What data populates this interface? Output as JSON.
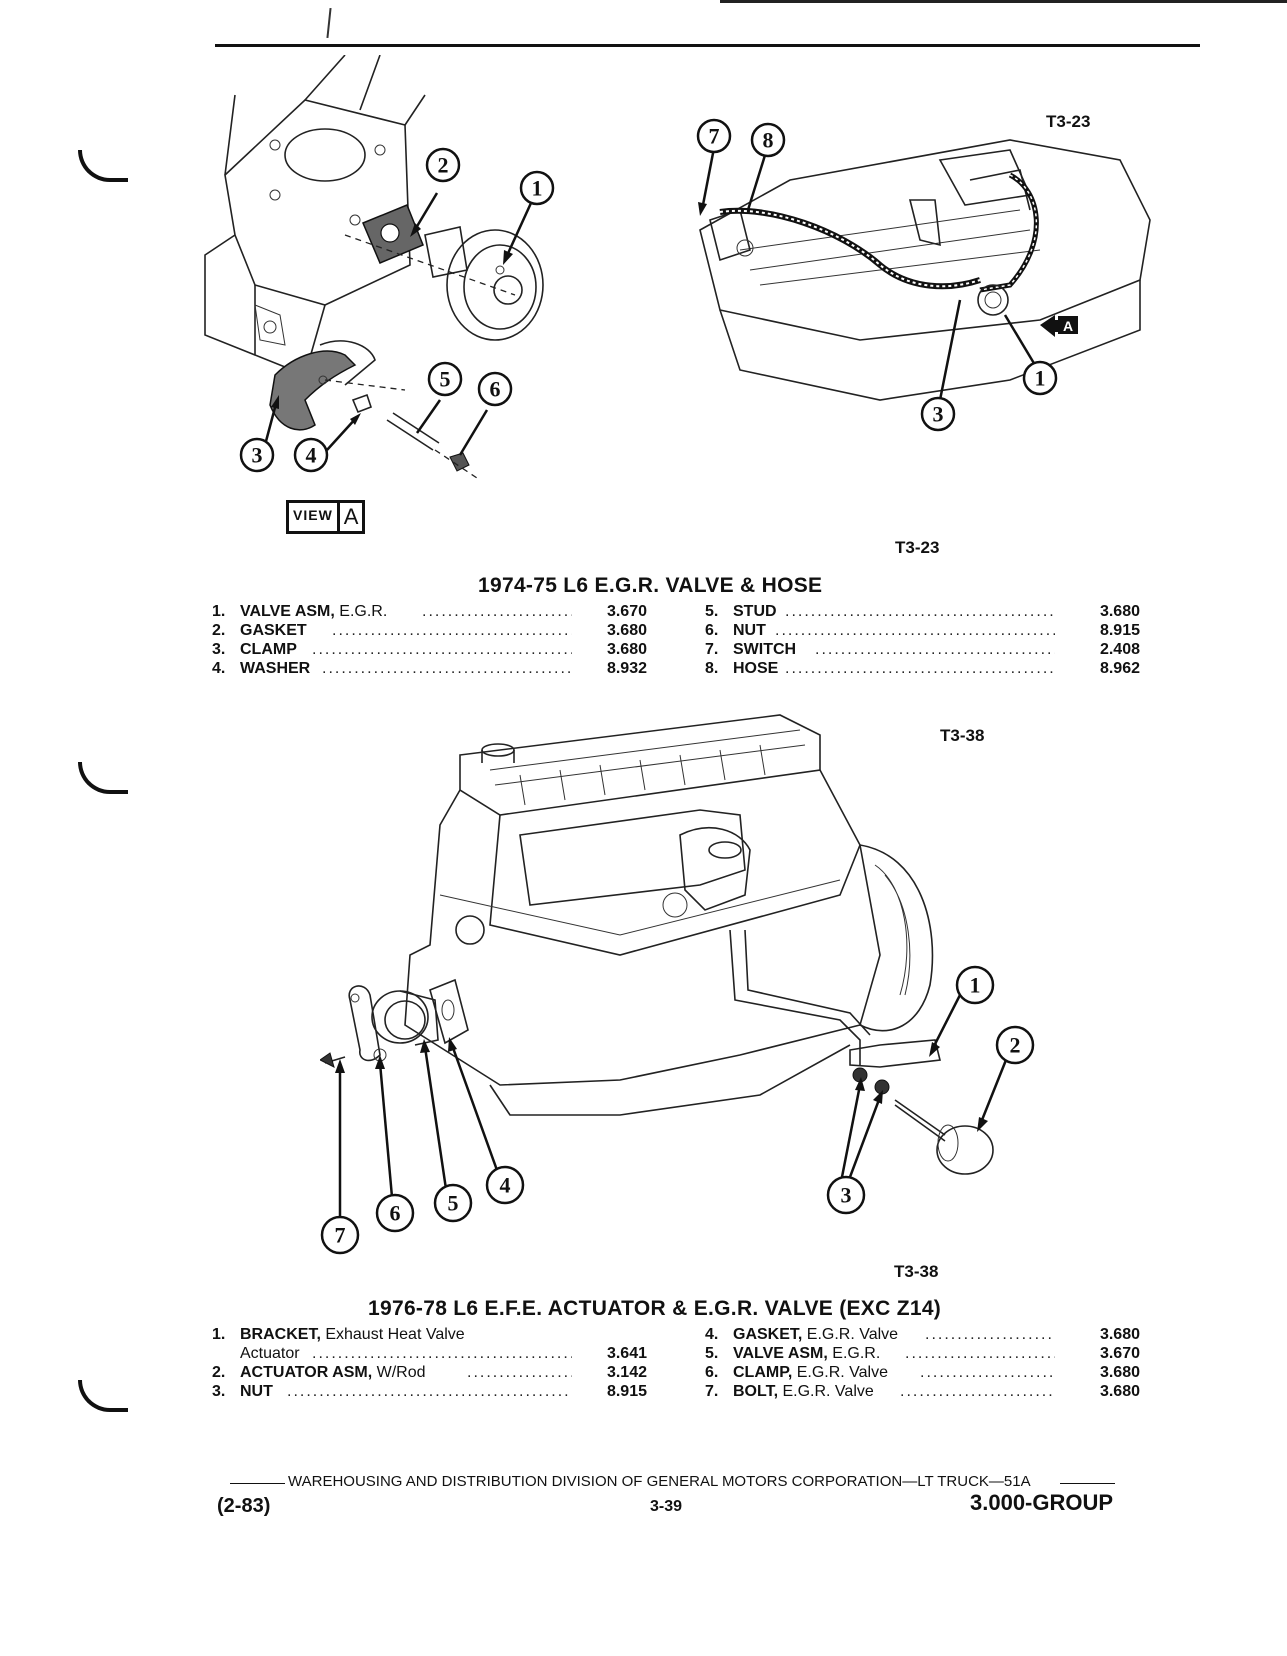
{
  "figure1": {
    "ref_top": "T3-23",
    "ref_bottom": "T3-23",
    "view_label_word": "VIEW",
    "view_label_letter": "A",
    "arrow_label": "A",
    "title": "1974-75 L6 E.G.R. VALVE & HOSE",
    "callouts": [
      "1",
      "2",
      "3",
      "4",
      "5",
      "6",
      "7",
      "8"
    ],
    "parts_left": [
      {
        "num": "1.",
        "name": "VALVE ASM,",
        "sub": " E.G.R.",
        "code": "3.670"
      },
      {
        "num": "2.",
        "name": "GASKET",
        "sub": "",
        "code": "3.680"
      },
      {
        "num": "3.",
        "name": "CLAMP",
        "sub": "",
        "code": "3.680"
      },
      {
        "num": "4.",
        "name": "WASHER",
        "sub": "",
        "code": "8.932"
      }
    ],
    "parts_right": [
      {
        "num": "5.",
        "name": "STUD",
        "sub": "",
        "code": "3.680"
      },
      {
        "num": "6.",
        "name": "NUT",
        "sub": "",
        "code": "8.915"
      },
      {
        "num": "7.",
        "name": "SWITCH",
        "sub": "",
        "code": "2.408"
      },
      {
        "num": "8.",
        "name": "HOSE",
        "sub": "",
        "code": "8.962"
      }
    ]
  },
  "figure2": {
    "ref_top": "T3-38",
    "ref_bottom": "T3-38",
    "title": "1976-78 L6 E.F.E. ACTUATOR & E.G.R. VALVE (EXC Z14)",
    "callouts": [
      "1",
      "2",
      "3",
      "4",
      "5",
      "6",
      "7"
    ],
    "parts_left": [
      {
        "num": "1.",
        "name": "BRACKET,",
        "sub": " Exhaust Heat Valve",
        "code": ""
      },
      {
        "num": "",
        "name": "",
        "sub": "Actuator",
        "code": "3.641"
      },
      {
        "num": "2.",
        "name": "ACTUATOR ASM,",
        "sub": " W/Rod",
        "code": "3.142"
      },
      {
        "num": "3.",
        "name": "NUT",
        "sub": "",
        "code": "8.915"
      }
    ],
    "parts_right": [
      {
        "num": "4.",
        "name": "GASKET,",
        "sub": " E.G.R. Valve",
        "code": "3.680"
      },
      {
        "num": "5.",
        "name": "VALVE ASM,",
        "sub": " E.G.R.",
        "code": "3.670"
      },
      {
        "num": "6.",
        "name": "CLAMP,",
        "sub": " E.G.R. Valve",
        "code": "3.680"
      },
      {
        "num": "7.",
        "name": "BOLT,",
        "sub": " E.G.R. Valve",
        "code": "3.680"
      }
    ]
  },
  "footer": {
    "line": "WAREHOUSING AND DISTRIBUTION  DIVISION OF GENERAL MOTORS CORPORATION—LT TRUCK—51A",
    "date": "(2-83)",
    "page": "3-39",
    "group": "3.000-GROUP"
  }
}
